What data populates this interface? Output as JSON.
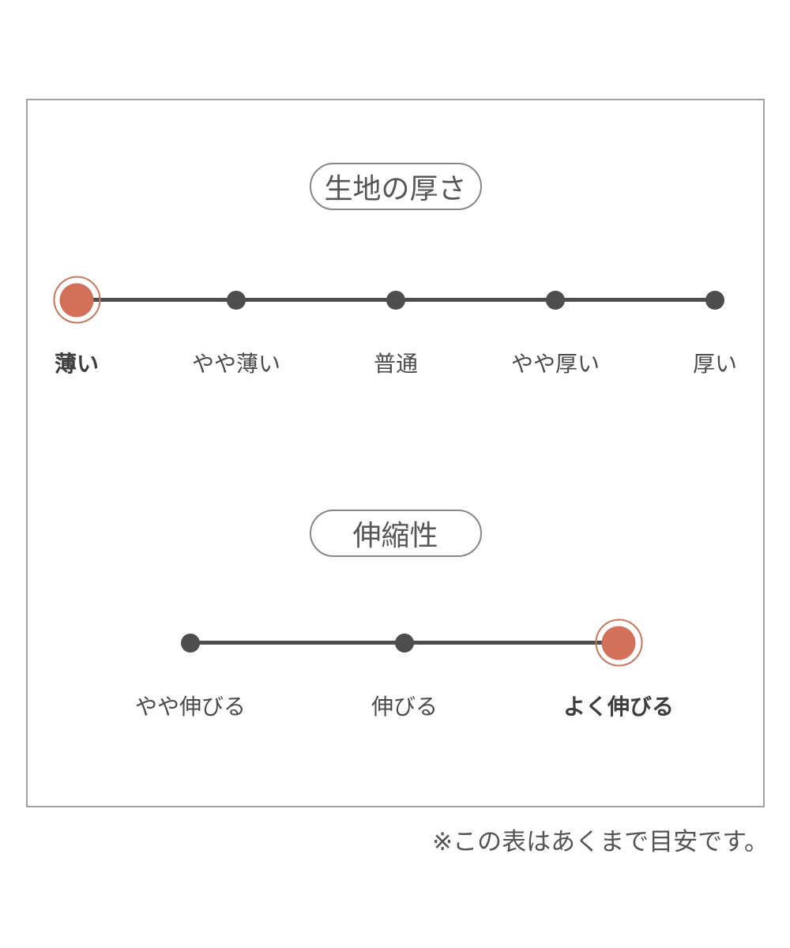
{
  "colors": {
    "accent": "#d3705a",
    "accent_ring": "#c5785f",
    "dot_gray": "#4d4d4d",
    "line_gray": "#4d4d4d",
    "text_gray": "#4a4a4a",
    "box_border": "#a2a2a2"
  },
  "footer": {
    "note": "※この表はあくまで目安です。"
  },
  "chart_data": [
    {
      "type": "rating-scale",
      "title": "生地の厚さ",
      "categories": [
        "薄い",
        "やや薄い",
        "普通",
        "やや厚い",
        "厚い"
      ],
      "selected_index": 0,
      "selected_label": "薄い",
      "num_points": 5
    },
    {
      "type": "rating-scale",
      "title": "伸縮性",
      "categories": [
        "やや伸びる",
        "伸びる",
        "よく伸びる"
      ],
      "selected_index": 2,
      "selected_label": "よく伸びる",
      "num_points": 3
    }
  ]
}
